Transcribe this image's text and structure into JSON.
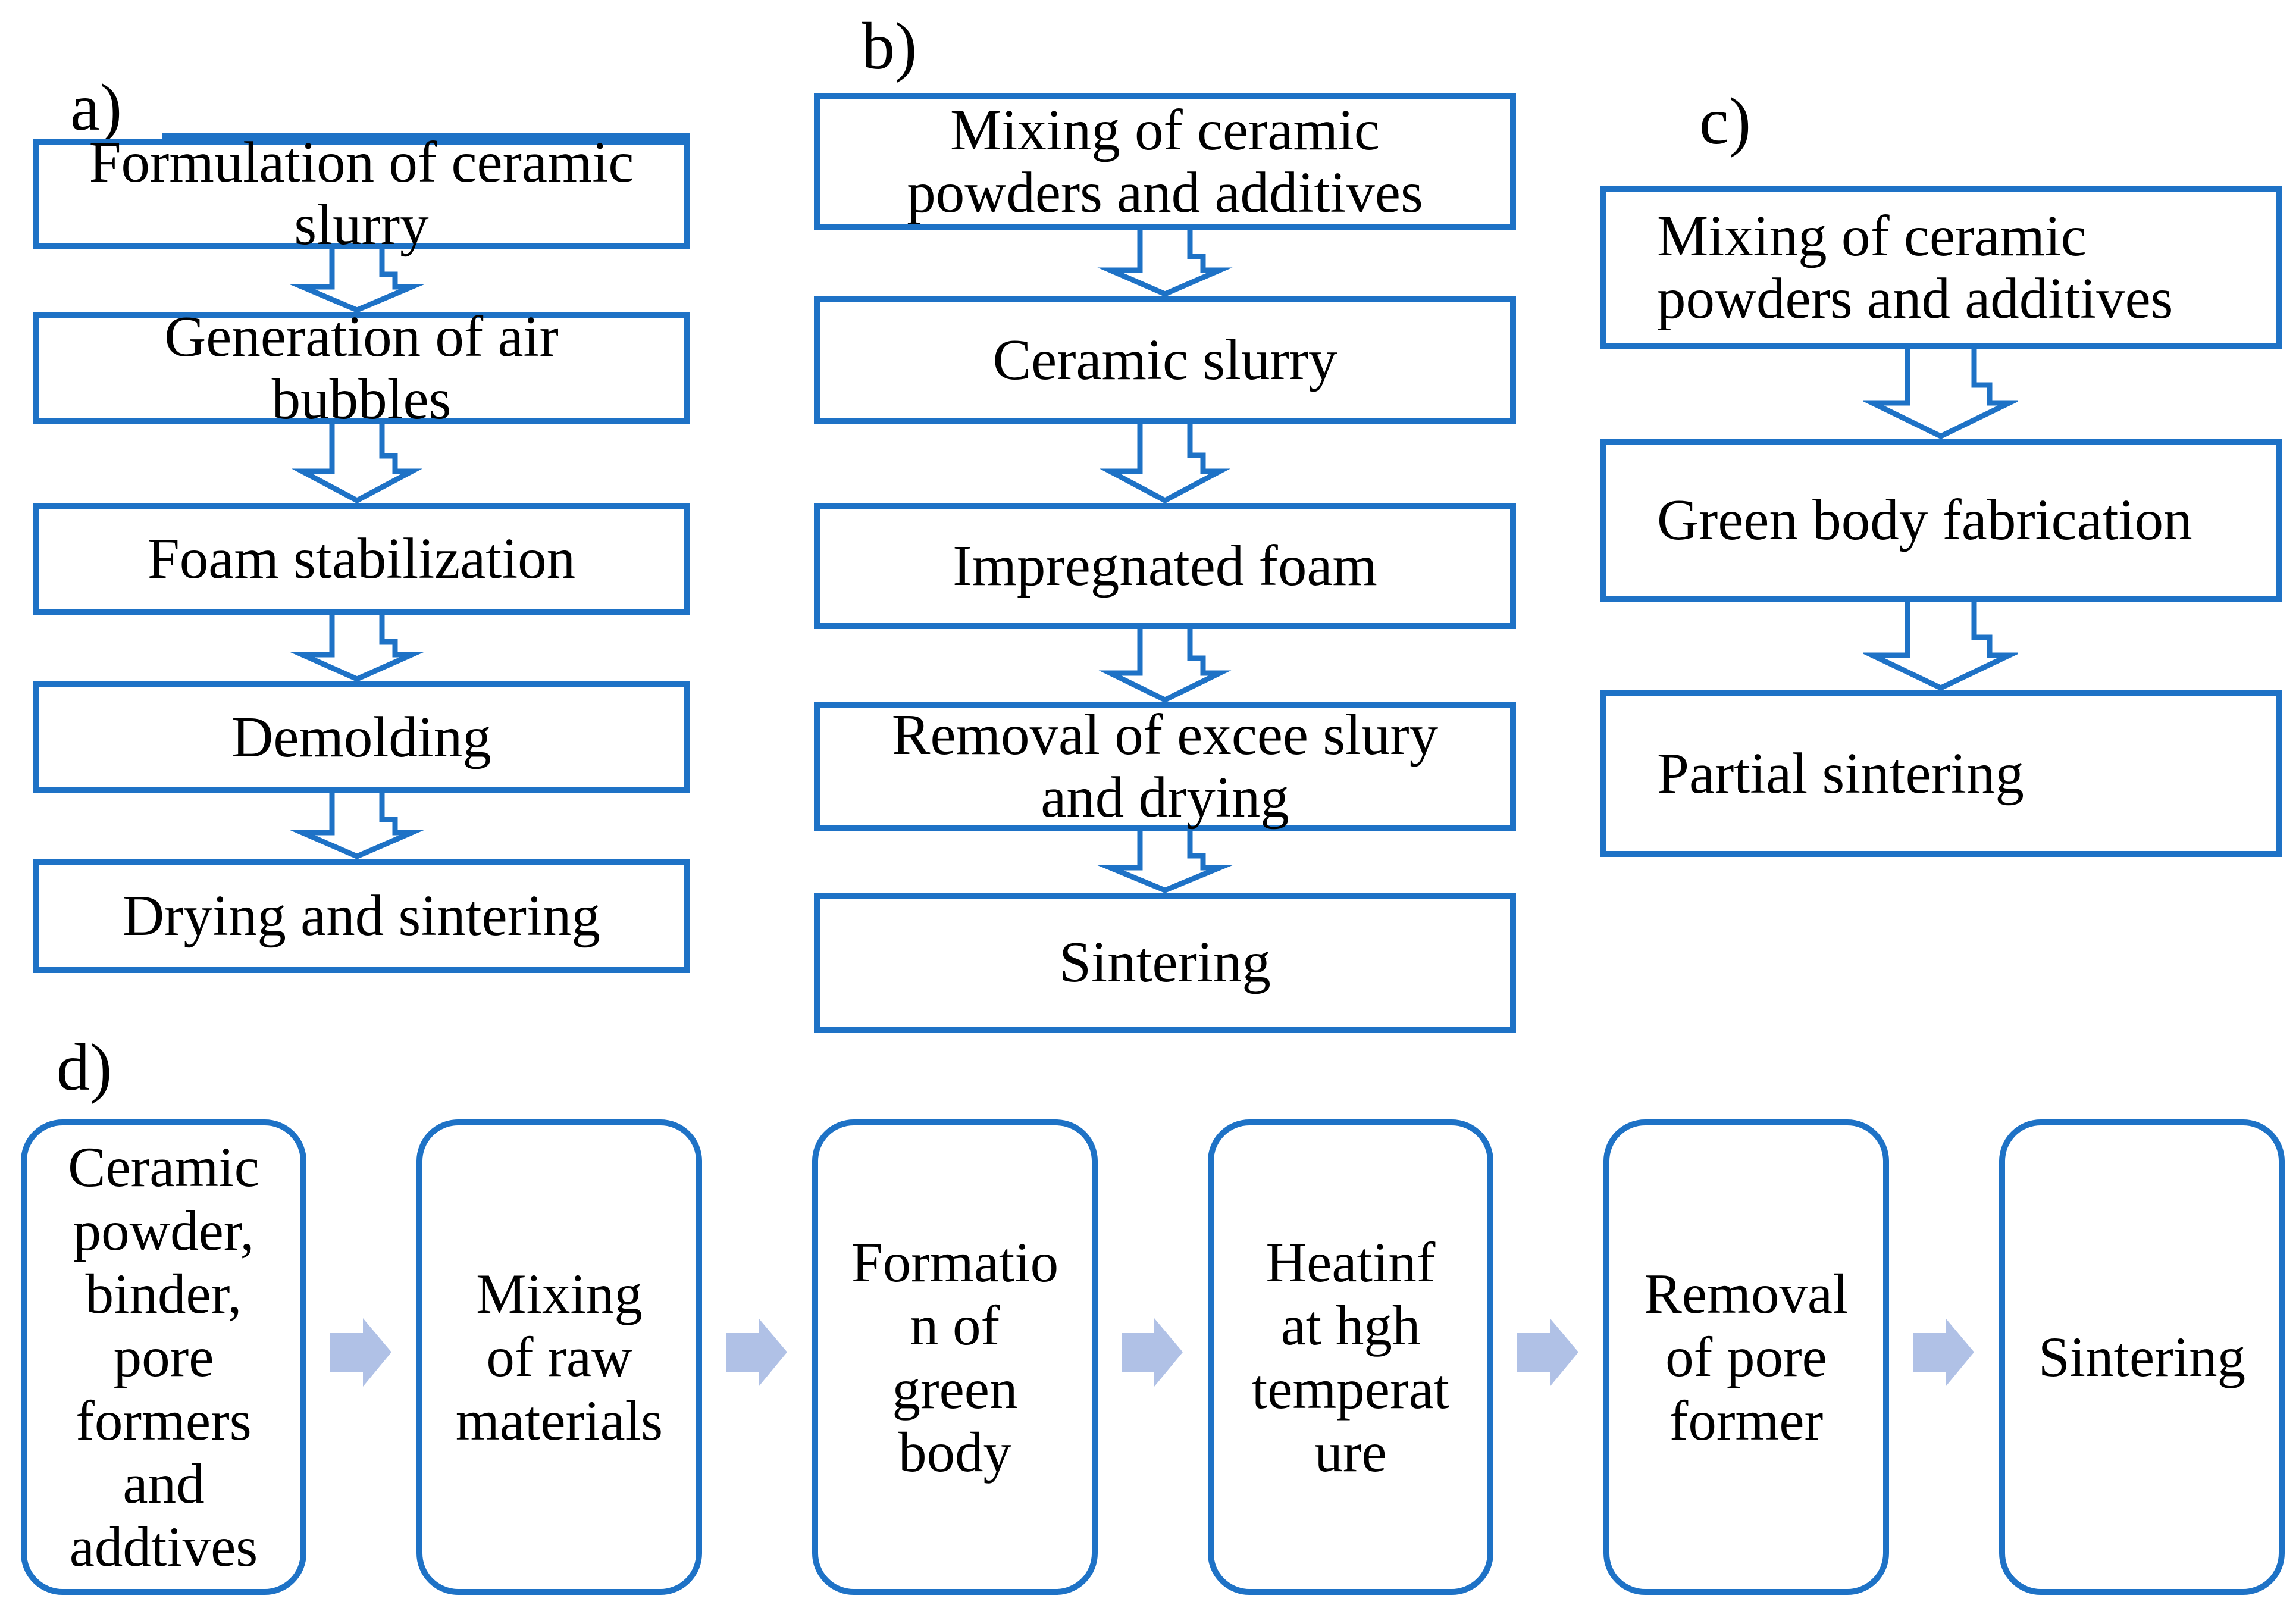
{
  "figure_title": "Porous ceramics processing routes flowchart",
  "colors": {
    "accent_blue": "#1E72C6",
    "arrow_fill": "#B0C1E6",
    "text": "#000000",
    "background": "#FFFFFF"
  },
  "panels": {
    "a": {
      "label": "a)",
      "boxes": [
        {
          "lines": [
            "Formulation of ceramic",
            "slurry"
          ]
        },
        {
          "lines": [
            "Generation of air",
            "bubbles"
          ]
        },
        {
          "lines": [
            "Foam stabilization"
          ]
        },
        {
          "lines": [
            "Demolding"
          ]
        },
        {
          "lines": [
            "Drying and sintering"
          ]
        }
      ]
    },
    "b": {
      "label": "b)",
      "boxes": [
        {
          "lines": [
            "Mixing of ceramic",
            "powders and additives"
          ]
        },
        {
          "lines": [
            "Ceramic slurry"
          ]
        },
        {
          "lines": [
            "Impregnated foam"
          ]
        },
        {
          "lines": [
            "Removal of excee slury",
            "and drying"
          ]
        },
        {
          "lines": [
            "Sintering"
          ]
        }
      ]
    },
    "c": {
      "label": "c)",
      "boxes": [
        {
          "lines": [
            "Mixing of ceramic",
            "powders and additives"
          ]
        },
        {
          "lines": [
            "Green body fabrication"
          ]
        },
        {
          "lines": [
            "Partial sintering"
          ]
        }
      ]
    },
    "d": {
      "label": "d)",
      "boxes": [
        {
          "lines": [
            "Ceramic",
            "powder,",
            "binder,",
            "pore",
            "formers",
            "and",
            "addtives"
          ]
        },
        {
          "lines": [
            "Mixing",
            "of raw",
            "materials"
          ]
        },
        {
          "lines": [
            "Formatio",
            "n of",
            "green",
            "body"
          ]
        },
        {
          "lines": [
            "Heatinf",
            "at hgh",
            "temperat",
            "ure"
          ]
        },
        {
          "lines": [
            "Removal",
            "of pore",
            "former"
          ]
        },
        {
          "lines": [
            "Sintering"
          ]
        }
      ]
    }
  }
}
